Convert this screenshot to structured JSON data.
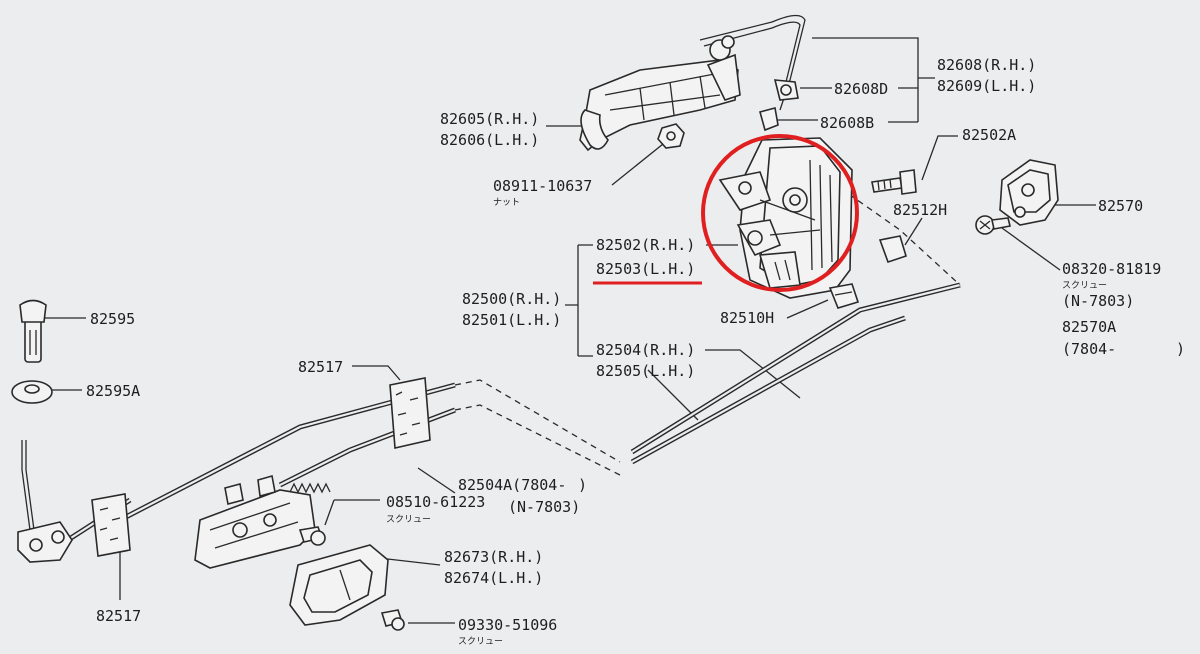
{
  "diagram": {
    "accent": "#e02020",
    "labels": {
      "p82608_rh": "82608(R.H.)",
      "p82609_lh": "82609(L.H.)",
      "p82608d": "82608D",
      "p82608b": "82608B",
      "p82605_rh": "82605(R.H.)",
      "p82606_lh": "82606(L.H.)",
      "p08911": "08911-10637",
      "nut_jp": "ナット",
      "p82502a": "82502A",
      "p82512h": "82512H",
      "p82570": "82570",
      "p08320": "08320-81819",
      "screw_jp_1": "スクリュー",
      "p08320_serial": "(N-7803)",
      "p82570a": "82570A",
      "p82570a_serial": "(7804-",
      "p82570a_serial_close": ")",
      "p82502_rh": "82502(R.H.)",
      "p82503_lh": "82503(L.H.)",
      "p82500_rh": "82500(R.H.)",
      "p82501_lh": "82501(L.H.)",
      "p82510h": "82510H",
      "p82504_rh": "82504(R.H.)",
      "p82505_lh": "82505(L.H.)",
      "p82595": "82595",
      "p82595a": "82595A",
      "p82517_top": "82517",
      "p82517_bottom": "82517",
      "p82504a": "82504A(7804-",
      "p82504a_close": ")",
      "p08510": "08510-61223",
      "p08510_serial": "(N-7803)",
      "screw_jp_2": "スクリュー",
      "p82673_rh": "82673(R.H.)",
      "p82674_lh": "82674(L.H.)",
      "p09330": "09330-51096",
      "screw_jp_3": "スクリュー"
    }
  }
}
